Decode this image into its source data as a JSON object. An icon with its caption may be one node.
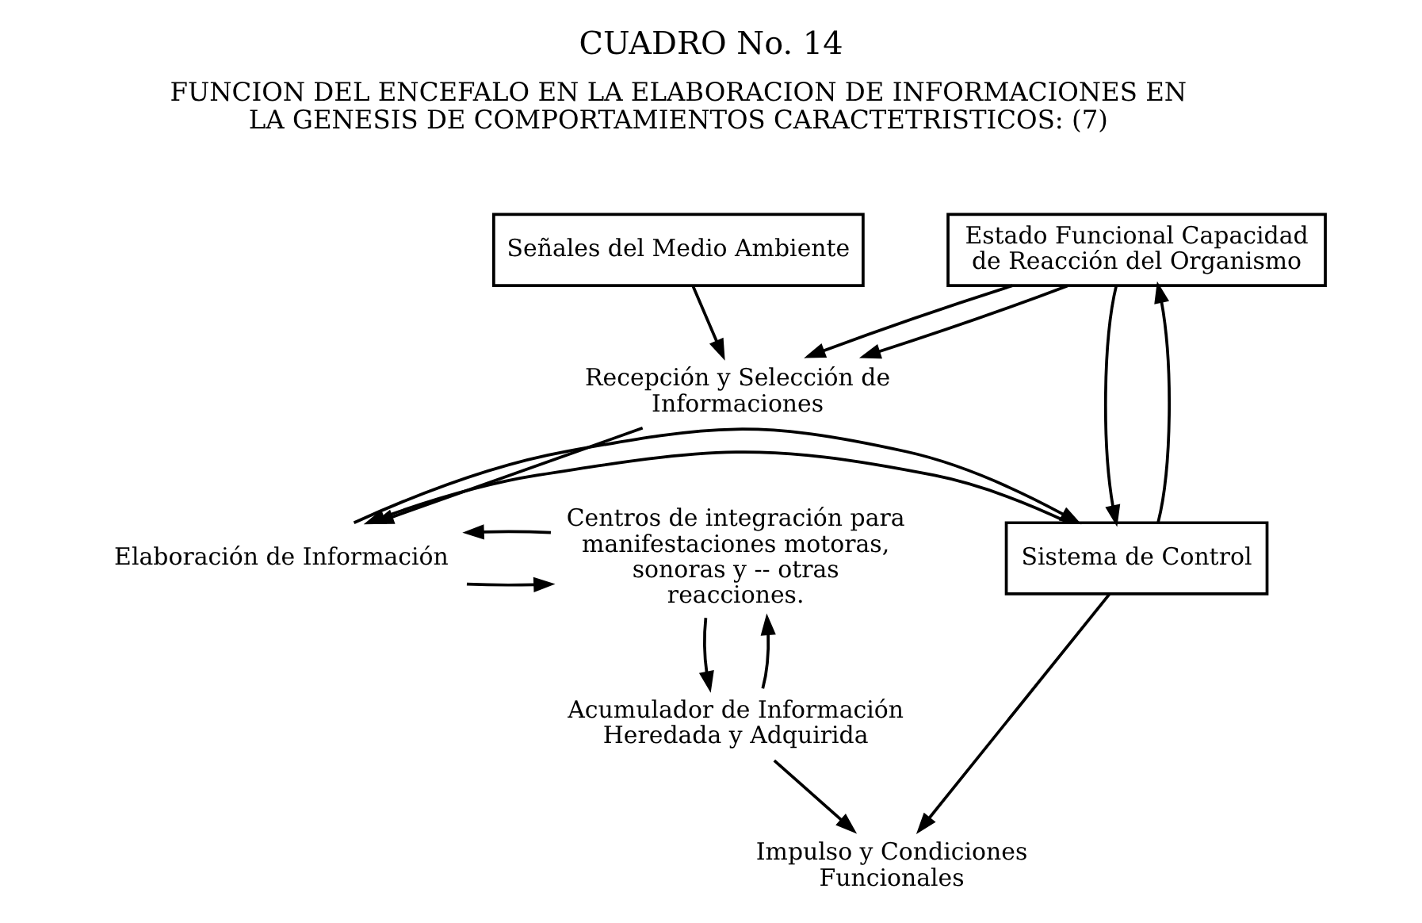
{
  "diagram": {
    "title": "CUADRO No. 14",
    "nodes": [
      {
        "text": [
          "Señales del Medio Ambiente"
        ]
      },
      {
        "text": [
          "Estado Funcional Capacidad de Reacción del Organismo"
        ]
      },
      {
        "text": [
          "Recepción y Selección de Informaciones"
        ]
      },
      {
        "text": [
          "Sistema de Control"
        ]
      },
      {
        "text": [
          "Elaboración de Información"
        ]
      },
      {
        "text": [
          "Centros de integración para manifestaciones motoras, sonoras y -- otras reacciones."
        ]
      },
      {
        "text": [
          "Acumulador de Información Heredada y Adquirida"
        ]
      },
      {
        "text": [
          "Impulso y Condiciones Funcionales"
        ]
      }
    ],
    "edges": [
      {
        "from": 0,
        "to": 2,
        "arrow": "to"
      },
      {
        "from": 1,
        "to": 2,
        "arrow": "to"
      },
      {
        "from": 1,
        "to": 2,
        "arrow": "to"
      },
      {
        "from": 2,
        "to": 4,
        "arrow": "to"
      },
      {
        "from": 1,
        "to": 3,
        "arrow": "to"
      },
      {
        "from": 3,
        "to": 1,
        "arrow": "to"
      },
      {
        "from": 3,
        "to": 4,
        "arrow": "to"
      },
      {
        "from": 4,
        "to": 3,
        "arrow": "to"
      },
      {
        "from": 4,
        "to": 5,
        "arrow": "to"
      },
      {
        "from": 5,
        "to": 4,
        "arrow": "to"
      },
      {
        "from": 5,
        "to": 6,
        "arrow": "to"
      },
      {
        "from": 6,
        "to": 5,
        "arrow": "to"
      },
      {
        "from": 6,
        "to": 7,
        "arrow": "to"
      },
      {
        "from": 3,
        "to": 7,
        "arrow": "to"
      }
    ],
    "labels": [
      "FUNCION DEL ENCEFALO EN LA ELABORACION DE INFORMACIONES EN LA GENESIS DE COMPORTAMIENTOS CARACTETRISTICOS: (7)"
    ]
  }
}
